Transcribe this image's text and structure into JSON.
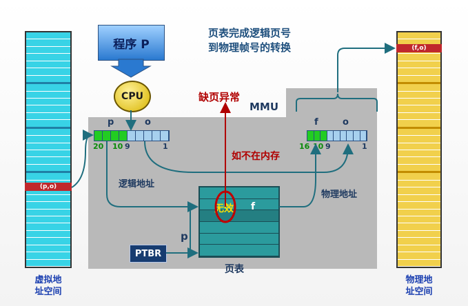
{
  "title": "页表完成逻辑页号\n到物理帧号的转换",
  "program": "程序 P",
  "cpu": "CPU",
  "mmu": "MMU",
  "page_fault": "缺页异常",
  "not_in_memory": "如不在内存",
  "logical_address": {
    "label": "逻辑地址",
    "p": "p",
    "o": "o",
    "bit_left": "20",
    "bit_mid": "10",
    "bit_mid2": "9",
    "bit_right": "1"
  },
  "physical_address": {
    "label": "物理地址",
    "f": "f",
    "o": "o",
    "bit_left": "16",
    "bit_mid": "10",
    "bit_mid2": "9",
    "bit_right": "1"
  },
  "page_table": {
    "invalid_flag": "无效",
    "frame": "f",
    "caption": "页表",
    "offset_label": "p"
  },
  "ptbr": "PTBR",
  "virtual_memory": {
    "marker": "(p,o)",
    "caption": "虚拟地\n址空间"
  },
  "physical_memory": {
    "marker": "(f,o)",
    "caption": "物理地\n址空间"
  },
  "colors": {
    "virtual": "#38d3e6",
    "physical": "#f1d04c",
    "fault": "#c0282c",
    "arrow": "#1f6e7e"
  }
}
